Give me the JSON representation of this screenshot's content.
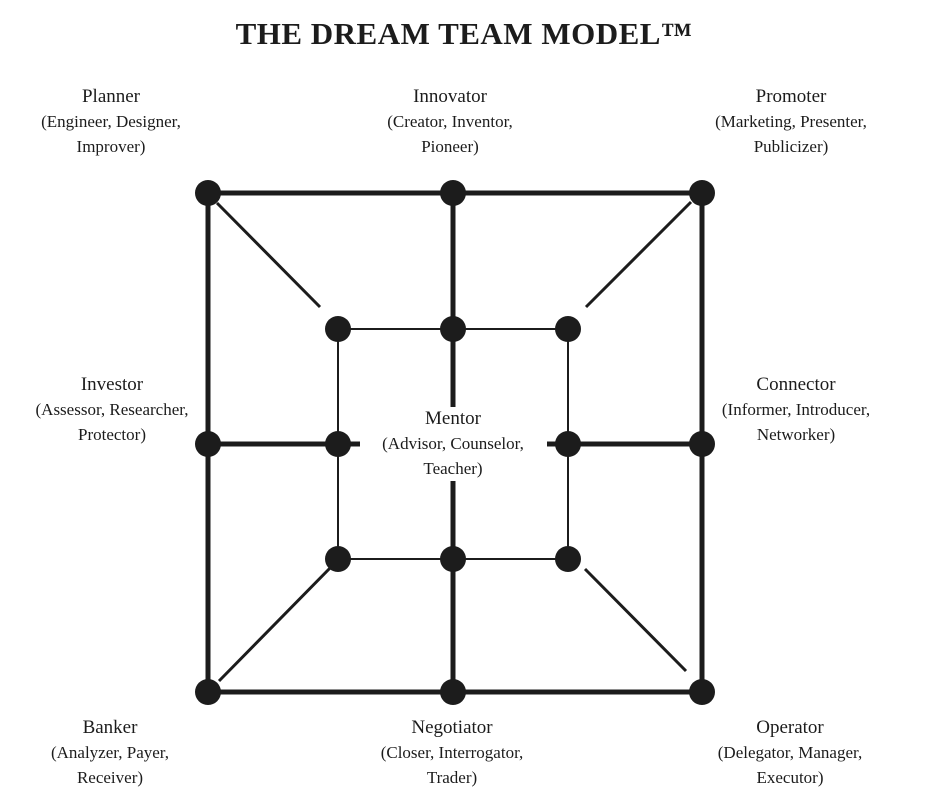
{
  "title": "THE DREAM TEAM MODEL™",
  "colors": {
    "ink": "#1c1c1c",
    "background": "#ffffff"
  },
  "roles": [
    {
      "position": "top-left",
      "name": "Planner",
      "line1": "(Engineer, Designer,",
      "line2": "Improver)"
    },
    {
      "position": "top-center",
      "name": "Innovator",
      "line1": "(Creator, Inventor,",
      "line2": "Pioneer)"
    },
    {
      "position": "top-right",
      "name": "Promoter",
      "line1": "(Marketing, Presenter,",
      "line2": "Publicizer)"
    },
    {
      "position": "middle-left",
      "name": "Investor",
      "line1": "(Assessor, Researcher,",
      "line2": "Protector)"
    },
    {
      "position": "middle-right",
      "name": "Connector",
      "line1": "(Informer, Introducer,",
      "line2": "Networker)"
    },
    {
      "position": "bottom-left",
      "name": "Banker",
      "line1": "(Analyzer, Payer,",
      "line2": "Receiver)"
    },
    {
      "position": "bottom-center",
      "name": "Negotiator",
      "line1": "(Closer, Interrogator,",
      "line2": "Trader)"
    },
    {
      "position": "bottom-right",
      "name": "Operator",
      "line1": "(Delegator, Manager,",
      "line2": "Executor)"
    },
    {
      "position": "center",
      "name": "Mentor",
      "line1": "(Advisor, Counselor,",
      "line2": "Teacher)"
    }
  ]
}
